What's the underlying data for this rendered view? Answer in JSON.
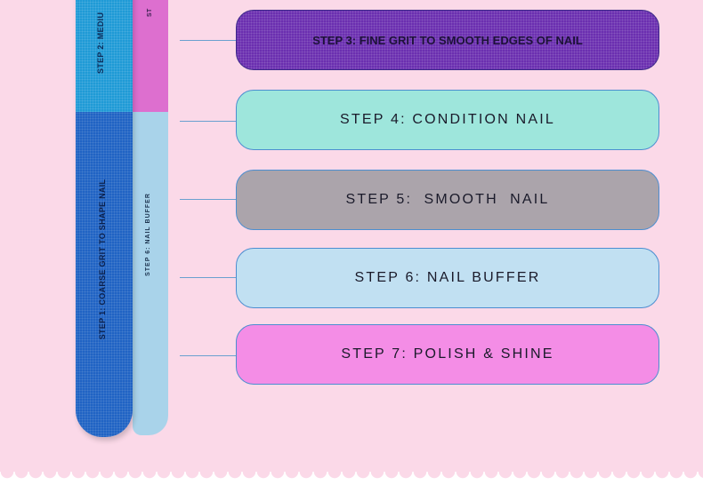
{
  "file": {
    "medium_label": "STEP 2: MEDIU",
    "coarse_label": "STEP 1: COARSE GRIT TO SHAPE NAIL",
    "side_top_label": "ST",
    "side_bottom_label": "STEP 6: NAIL BUFFER"
  },
  "steps": [
    {
      "label": "STEP 3: FINE GRIT TO SMOOTH EDGES OF NAIL",
      "color": "#6b2fb0"
    },
    {
      "label": "STEP 4: CONDITION NAIL",
      "color": "#9ee6dc"
    },
    {
      "label": "STEP 5:  SMOOTH  NAIL",
      "color": "#aba4ab"
    },
    {
      "label": "STEP 6: NAIL BUFFER",
      "color": "#c1e0f2"
    },
    {
      "label": "STEP 7: POLISH & SHINE",
      "color": "#f48de6"
    }
  ],
  "colors": {
    "background": "#fbd9e8",
    "file_medium": "#1f9ad6",
    "file_coarse": "#2063c4",
    "side_pink": "#dd6fcf",
    "side_blue": "#a9d3ea",
    "outline": "#4c8ed0"
  }
}
